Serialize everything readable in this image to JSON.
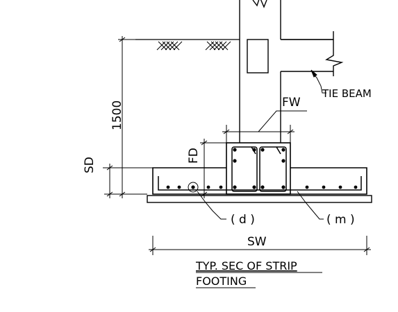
{
  "labels": {
    "tie_beam": "TIE BEAM",
    "fw": "FW",
    "fd": "FD",
    "dim_1500": "1500",
    "sd": "SD",
    "d": "( d )",
    "m": "( m )",
    "sw": "SW",
    "caption_line1": "TYP. SEC OF STRIP",
    "caption_line2": "FOOTING"
  },
  "colors": {
    "line": "#000000",
    "background": "#ffffff"
  }
}
